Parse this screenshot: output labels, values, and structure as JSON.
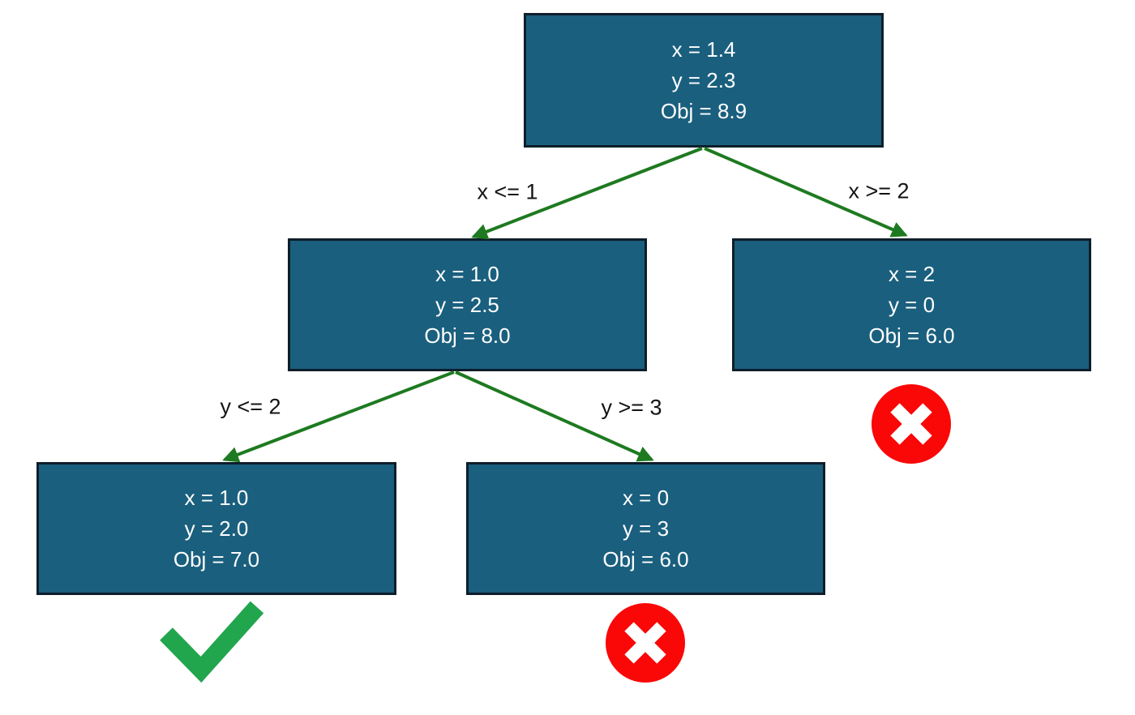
{
  "colors": {
    "background": "#FFFFFF",
    "node_fill": "#1A5F7E",
    "node_border": "#0E1E2B",
    "node_text": "#FFFFFF",
    "edge": "#1E7A20",
    "edge_label_text": "#141414",
    "check": "#21A54D",
    "cross_background": "#FA0707",
    "cross_glyph": "#FFFFFF"
  },
  "nodes": [
    {
      "id": "root",
      "lines": [
        "x = 1.4",
        "y = 2.3",
        "Obj = 8.9"
      ],
      "status_icon": "none"
    },
    {
      "id": "left",
      "lines": [
        "x = 1.0",
        "y = 2.5",
        "Obj = 8.0"
      ],
      "status_icon": "none"
    },
    {
      "id": "right",
      "lines": [
        "x = 2",
        "y = 0",
        "Obj = 6.0"
      ],
      "status_icon": "cross-icon"
    },
    {
      "id": "left-left",
      "lines": [
        "x = 1.0",
        "y = 2.0",
        "Obj = 7.0"
      ],
      "status_icon": "check-icon"
    },
    {
      "id": "left-right",
      "lines": [
        "x = 0",
        "y = 3",
        "Obj = 6.0"
      ],
      "status_icon": "cross-icon"
    }
  ],
  "edges": [
    {
      "label": "x <= 1",
      "from": "root",
      "to": "left"
    },
    {
      "label": "x >= 2",
      "from": "root",
      "to": "right"
    },
    {
      "label": "y <= 2",
      "from": "left",
      "to": "left-left"
    },
    {
      "label": "y >= 3",
      "from": "left",
      "to": "left-right"
    }
  ],
  "icons": {
    "check": {
      "name": "check-icon",
      "glyph": "✓",
      "color": "#21A54D"
    },
    "cross": {
      "name": "cross-icon",
      "glyph": "✕",
      "color": "#FFFFFF",
      "background": "#FA0707"
    }
  }
}
